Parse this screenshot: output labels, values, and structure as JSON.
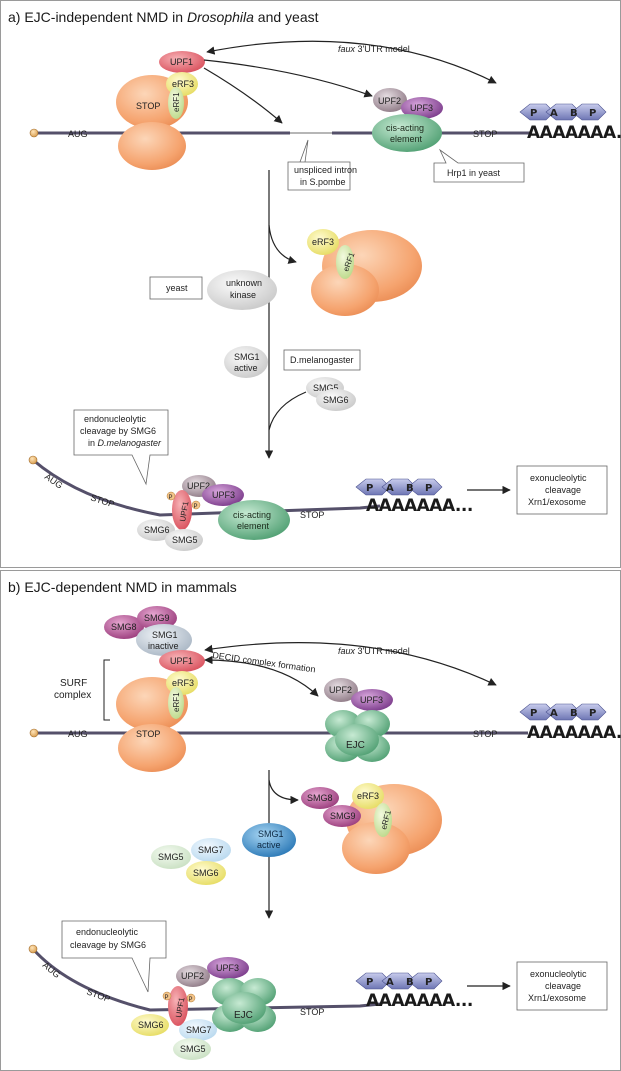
{
  "panel_a": {
    "title_prefix": "a) EJC-independent NMD in ",
    "title_italic": "Drosophila",
    "title_suffix": " and yeast",
    "faux_model": "3'UTR model",
    "faux_word": "faux",
    "aug": "AUG",
    "stop_ribosome": "STOP",
    "stop_right": "STOP",
    "stop_bottom": "STOP",
    "stop_bottom2": "STOP",
    "aug_bottom": "AUG",
    "upf1": "UPF1",
    "erf3": "eRF3",
    "erf1": "eRF1",
    "upf2": "UPF2",
    "upf3": "UPF3",
    "cis_line1": "cis-acting",
    "cis_line2": "element",
    "intron_note_line1": "unspliced intron",
    "intron_note_line2": "in S.pombe",
    "hrp1_note": "Hrp1 in yeast",
    "polyA": "AAAAAAA...",
    "pabp": [
      "P",
      "A",
      "B",
      "P"
    ],
    "yeast_box": "yeast",
    "kinase_line1": "unknown",
    "kinase_line2": "kinase",
    "smg1_line1": "SMG1",
    "smg1_line2": "active",
    "dmel_box": "D.melanogaster",
    "smg5": "SMG5",
    "smg6": "SMG6",
    "endo_line1": "endonucleolytic",
    "endo_line2": "cleavage by SMG6",
    "endo_line3": "in ",
    "endo_line3_it": "D.melanogaster",
    "exo_line1": "exonucleolytic",
    "exo_line2": "cleavage",
    "exo_line3": "Xrn1/exosome",
    "p": "P"
  },
  "panel_b": {
    "title": "b) EJC-dependent NMD in mammals",
    "faux_model": "3'UTR model",
    "faux_word": "faux",
    "decid": "DECID complex formation",
    "surf_line1": "SURF",
    "surf_line2": "complex",
    "smg8": "SMG8",
    "smg9": "SMG9",
    "smg1_line1": "SMG1",
    "smg1_line2": "inactive",
    "upf1": "UPF1",
    "erf3": "eRF3",
    "erf1": "eRF1",
    "aug": "AUG",
    "stop_ribosome": "STOP",
    "stop_right": "STOP",
    "upf2": "UPF2",
    "upf3": "UPF3",
    "ejc": "EJC",
    "polyA": "AAAAAAA...",
    "pabp": [
      "P",
      "A",
      "B",
      "P"
    ],
    "smg1a_line1": "SMG1",
    "smg1a_line2": "active",
    "smg5": "SMG5",
    "smg7": "SMG7",
    "smg6": "SMG6",
    "endo_line1": "endonucleolytic",
    "endo_line2": "cleavage by SMG6",
    "aug_bottom": "AUG",
    "stop_bottom": "STOP",
    "stop_bottom2": "STOP",
    "exo_line1": "exonucleolytic",
    "exo_line2": "cleavage",
    "exo_line3": "Xrn1/exosome",
    "p": "P"
  },
  "colors": {
    "ribosome": "#f7a877",
    "upf1": "#e8707a",
    "erf3": "#f5f08c",
    "erf1": "#d9eab0",
    "upf2": "#b9a6b0",
    "upf3": "#9a5aa3",
    "cis": "#6ab58a",
    "ejc": "#6fb58a",
    "pabp": "#8e95c8",
    "smg_grey": "#e0e0e0",
    "smg1_active": "#3f8fc8",
    "smg8": "#b0508e",
    "mrna": "#55506a"
  }
}
